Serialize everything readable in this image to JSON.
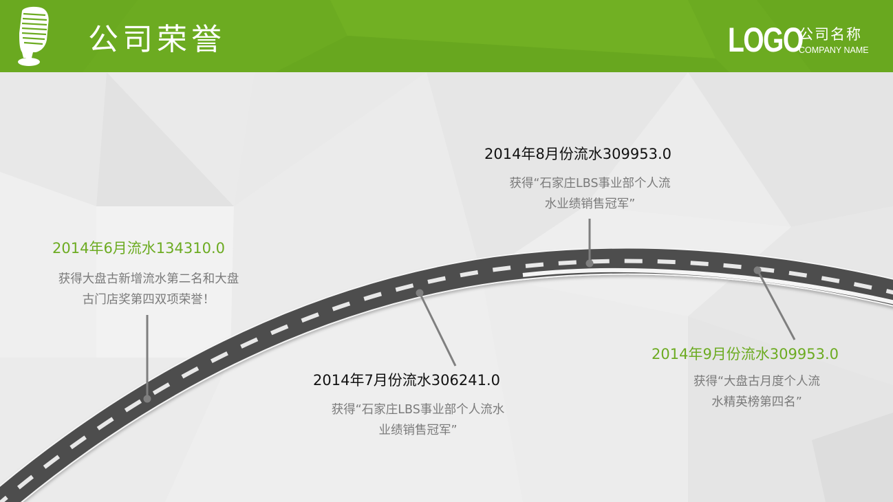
{
  "header": {
    "title": "公司荣誉",
    "logo": "LOGO",
    "company_name_cn": "公司名称",
    "company_name_en": "COMPANY NAME",
    "icon": "microphone-icon",
    "color": "#6cab21"
  },
  "milestones": [
    {
      "title": "2014年6月流水134310.0",
      "desc_line1": "获得大盘古新增流水第二名和大盘",
      "desc_line2": "古门店奖第四双项荣誉！",
      "title_color": "#6cab21"
    },
    {
      "title": "2014年7月份流水306241.0",
      "desc_line1": "获得“石家庄LBS事业部个人流水",
      "desc_line2": "业绩销售冠军”",
      "title_color": "#111111"
    },
    {
      "title": "2014年8月份流水309953.0",
      "desc_line1": "获得“石家庄LBS事业部个人流",
      "desc_line2": "水业绩销售冠军”",
      "title_color": "#111111"
    },
    {
      "title": "2014年9月份流水309953.0",
      "desc_line1": "获得“大盘古月度个人流",
      "desc_line2": "水精英榜第四名”",
      "title_color": "#6cab21"
    }
  ],
  "colors": {
    "road": "#4d4d4d",
    "road_dash": "#e8e8e8",
    "connector": "#7f7f7f",
    "desc_text": "#7a7a7a"
  }
}
